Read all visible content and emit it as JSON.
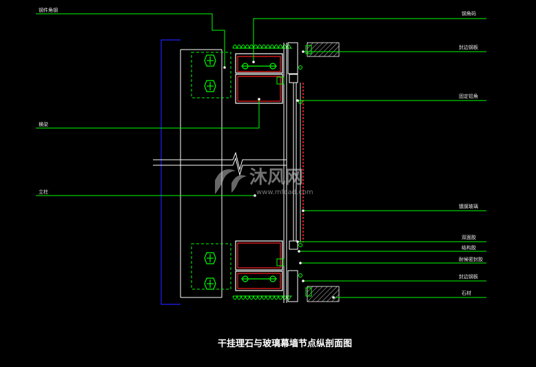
{
  "drawing": {
    "title": "干挂理石与玻璃幕墙节点纵剖面图",
    "colors": {
      "leader": "#00ff00",
      "outline": "#ffffff",
      "frame": "#2020ff",
      "profile": "#ff2020",
      "sealant": "#00ff00",
      "bolt": "#00ff00"
    },
    "labels_left": [
      {
        "text": "钢件角钢"
      },
      {
        "text": "横梁"
      },
      {
        "text": "立柱"
      }
    ],
    "labels_right": [
      {
        "text": "钢角码"
      },
      {
        "text": "封边钢板"
      },
      {
        "text": "固定铝角"
      },
      {
        "text": "镀膜玻璃"
      },
      {
        "text": "双面胶"
      },
      {
        "text": "结构胶"
      },
      {
        "text": "耐候密封胶"
      },
      {
        "text": "封边钢板"
      },
      {
        "text": "石材"
      }
    ]
  },
  "watermark": {
    "brand": "沐风网",
    "url": "www.mfcad.com"
  }
}
